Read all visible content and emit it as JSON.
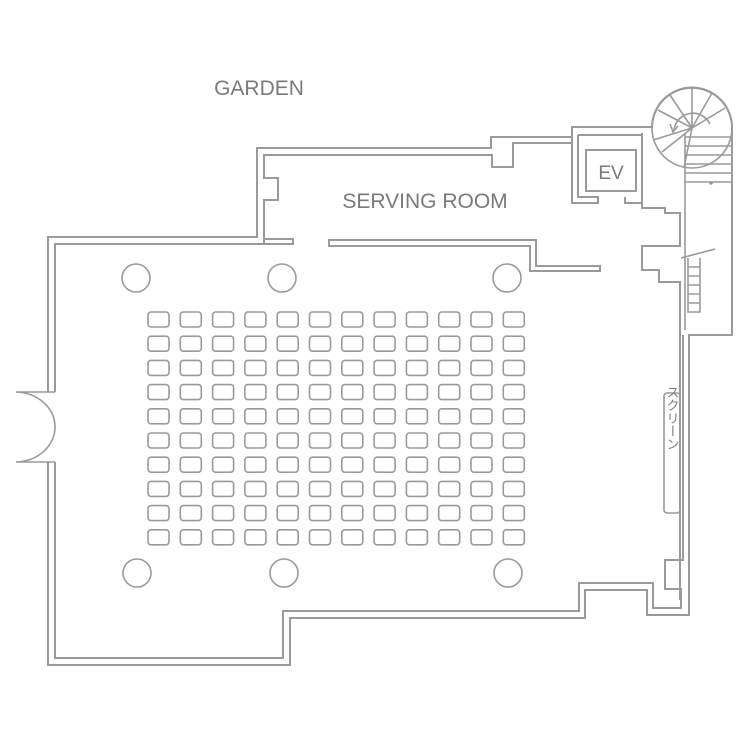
{
  "labels": {
    "garden": "GARDEN",
    "serving_room": "SERVING ROOM",
    "elevator": "EV",
    "screen": "スクリーン"
  },
  "seating": {
    "rows": 10,
    "columns": 12
  },
  "colors": {
    "line": "#9a9a9a",
    "text": "#7a7a7a"
  }
}
